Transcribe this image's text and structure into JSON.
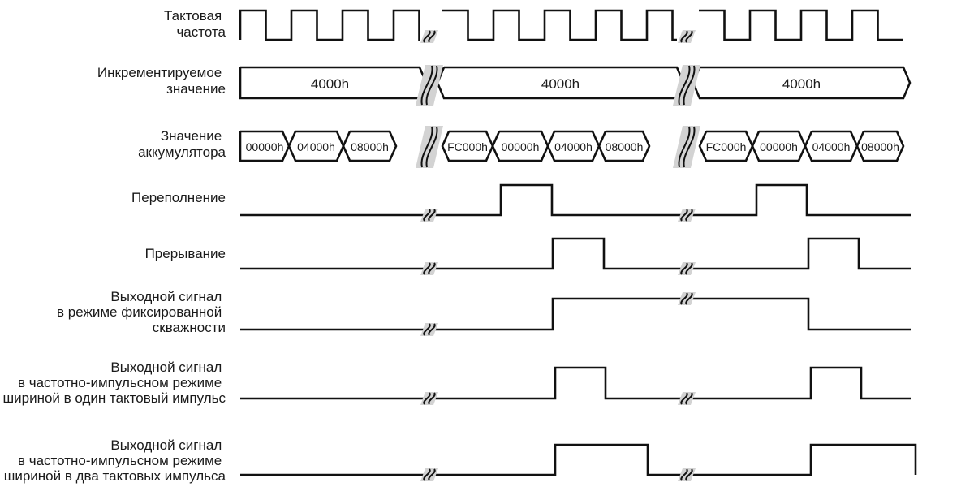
{
  "signals": [
    {
      "key": "clock",
      "label": [
        "Тактовая",
        "частота"
      ]
    },
    {
      "key": "inc",
      "label": [
        "Инкрементируемое",
        "значение"
      ],
      "values": [
        "4000h",
        "4000h",
        "4000h"
      ]
    },
    {
      "key": "acc",
      "label": [
        "Значение",
        "аккумулятора"
      ],
      "values": [
        "00000h",
        "04000h",
        "08000h",
        "FC000h",
        "00000h",
        "04000h",
        "08000h",
        "FC000h",
        "00000h",
        "04000h",
        "08000h"
      ]
    },
    {
      "key": "ovf",
      "label": [
        "Переполнение"
      ]
    },
    {
      "key": "irq",
      "label": [
        "Прерывание"
      ]
    },
    {
      "key": "fixed",
      "label": [
        "Выходной сигнал",
        "в режиме фиксированной",
        "скважности"
      ]
    },
    {
      "key": "pulse1",
      "label": [
        "Выходной сигнал",
        "в частотно-импульсном режиме",
        "шириной в один тактовый импульс"
      ]
    },
    {
      "key": "pulse2",
      "label": [
        "Выходной сигнал",
        "в частотно-импульсном режиме",
        "шириной в два тактовых импульса"
      ]
    }
  ],
  "colors": {
    "line": "#111111",
    "break": "#d3d3d3",
    "text": "#1a1a1a"
  }
}
